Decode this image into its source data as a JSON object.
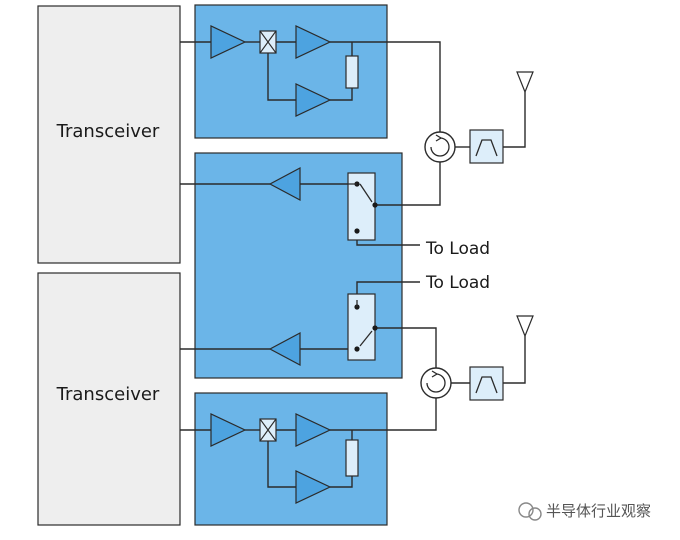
{
  "transceivers": [
    {
      "label": "Transceiver"
    },
    {
      "label": "Transceiver"
    }
  ],
  "load_labels": [
    "To Load",
    "To Load"
  ],
  "watermark": {
    "text": "半导体行业观察"
  },
  "colors": {
    "block_fill": "#6bb5e8",
    "block_stroke": "#2b2b2b",
    "transceiver_fill": "#eeeeee",
    "component_fill": "#4da3e0",
    "switch_fill": "#ddeefa",
    "wire": "#2b2b2b"
  }
}
